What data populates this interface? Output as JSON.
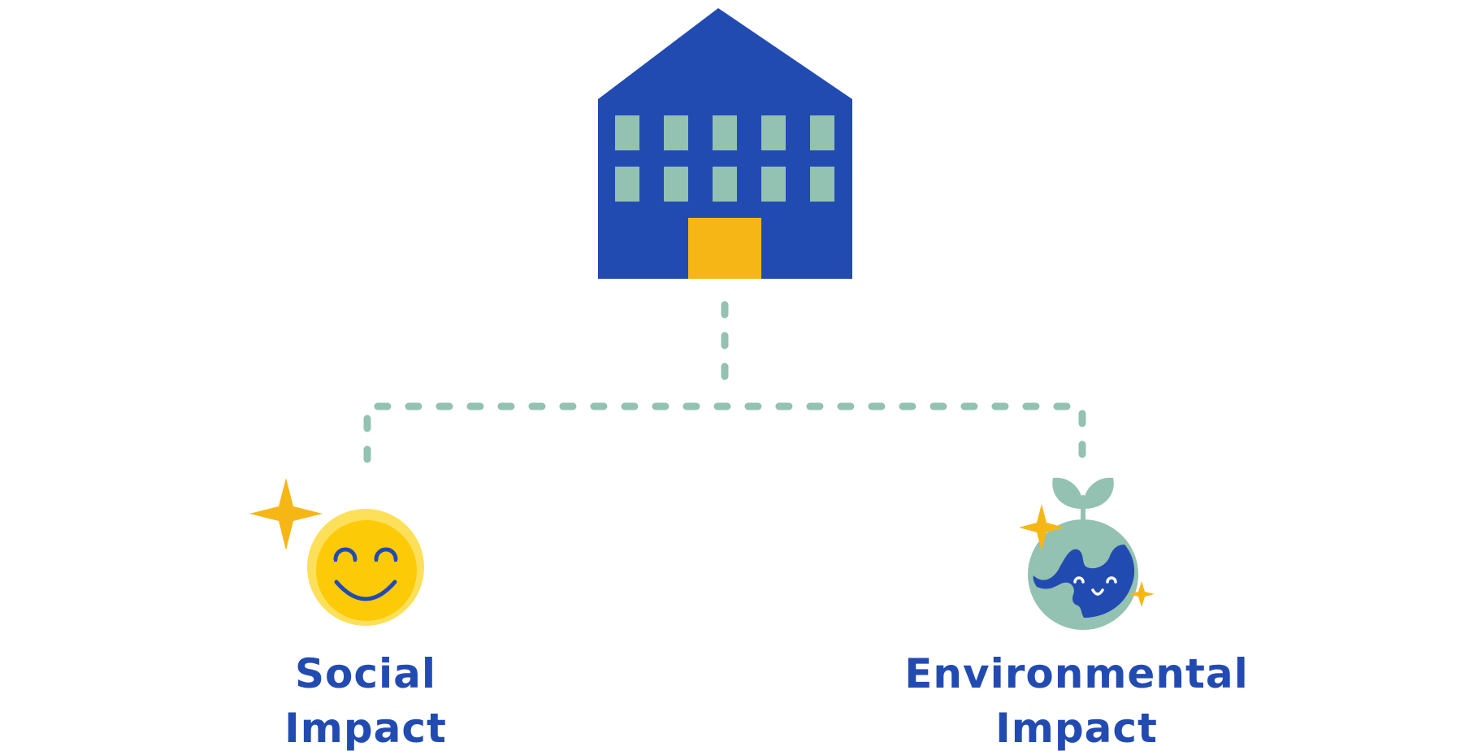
{
  "colors": {
    "building": "#224BB2",
    "window": "#93C1B2",
    "door": "#F6B716",
    "connector": "#93C1B2",
    "label": "#224BB2",
    "smiley_outer": "#FDE05A",
    "smiley_inner": "#FDCA08",
    "sparkle": "#F6B716",
    "globe_ocean": "#93C1B2",
    "globe_land": "#224BB2",
    "leaf": "#93C1B2"
  },
  "nodes": {
    "company": {
      "icon": "building-icon"
    },
    "social": {
      "icon": "smiley-face-icon",
      "label_line1": "Social",
      "label_line2": "Impact"
    },
    "environmental": {
      "icon": "globe-sprout-icon",
      "label_line1": "Environmental",
      "label_line2": "Impact"
    }
  }
}
